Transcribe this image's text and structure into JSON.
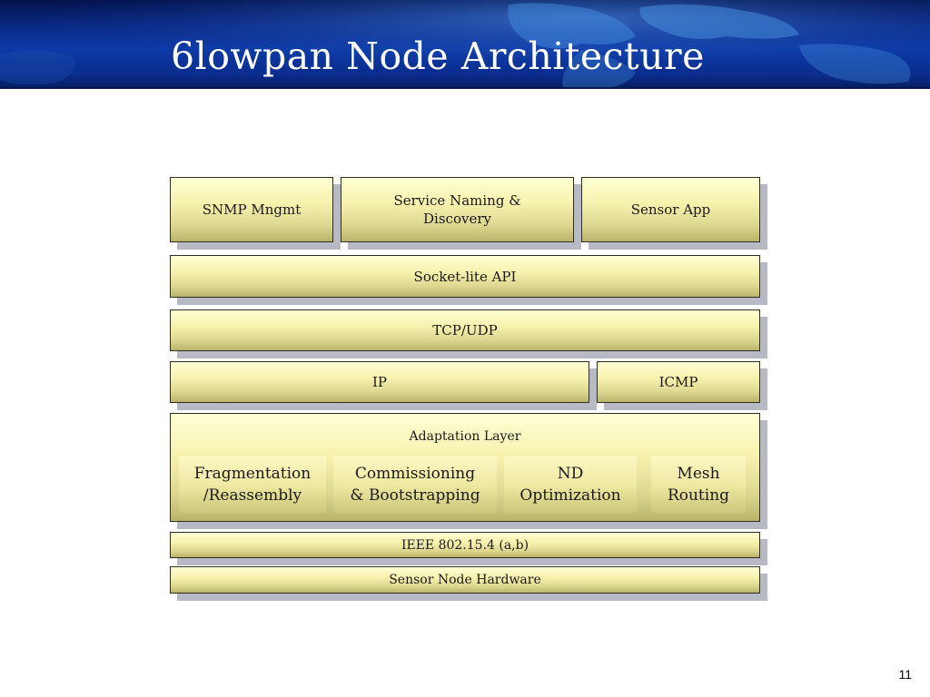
{
  "slide": {
    "title": "6lowpan Node Architecture",
    "page_number": "11"
  },
  "diagram": {
    "top_row": {
      "snmp": "SNMP Mngmt",
      "service_naming": "Service Naming  &\nDiscovery",
      "sensor_app": "Sensor App"
    },
    "socket_api": "Socket-lite API",
    "transport": "TCP/UDP",
    "ip": "IP",
    "icmp": "ICMP",
    "adaptation_layer": {
      "title": "Adaptation Layer",
      "modules": {
        "fragmentation": "Fragmentation\n/Reassembly",
        "commissioning": "Commissioning\n& Bootstrapping",
        "nd_optimization": "ND\nOptimization",
        "mesh_routing": "Mesh\nRouting"
      }
    },
    "ieee": "IEEE 802.15.4 (a,b)",
    "hardware": "Sensor Node Hardware"
  },
  "colors": {
    "banner": "#0a2a86",
    "box_fill": "#f6f2ae",
    "box_border": "#2e2e22",
    "shadow": "#b7b9c4"
  }
}
